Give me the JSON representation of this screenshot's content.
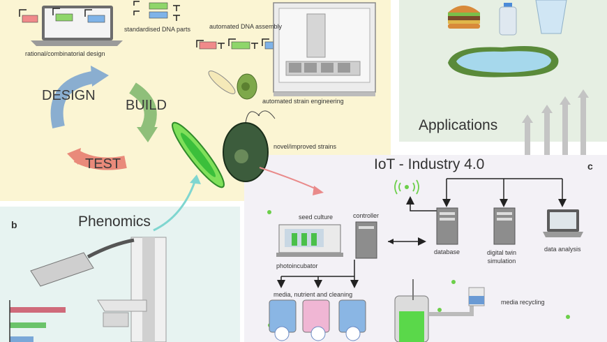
{
  "panel_a": {
    "labels": {
      "rational_design": "rational/combinatorial design",
      "dna_parts": "standardised DNA parts",
      "dna_assembly": "automated DNA assembly",
      "strain_engineering": "automated strain engineering",
      "novel_strains": "novel/improved strains"
    },
    "cycle": {
      "design": "DESIGN",
      "build": "BUILD",
      "test": "TEST"
    }
  },
  "panel_b": {
    "letter": "b",
    "title": "Phenomics"
  },
  "panel_applications": {
    "title": "Applications"
  },
  "panel_c": {
    "letter": "c",
    "title": "IoT - Industry 4.0",
    "labels": {
      "seed_culture": "seed culture",
      "controller": "controller",
      "photoincubator": "photoincubator",
      "media": "media, nutrient and cleaning",
      "database": "database",
      "digital_twin": "digital twin\nsimulation",
      "data_analysis": "data analysis",
      "media_recycling": "media recycling"
    }
  },
  "colors": {
    "dna_red": "#f08a8a",
    "dna_green": "#8fd66a",
    "dna_blue": "#7fb3e8",
    "cycle_blue": "#8aaed0",
    "cycle_green": "#8fbf7a",
    "cycle_red": "#e98a7a"
  }
}
